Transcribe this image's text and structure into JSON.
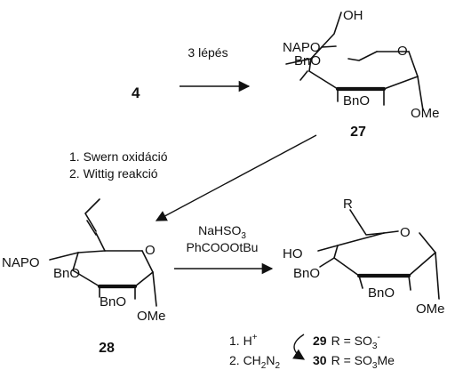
{
  "start_compound": "4",
  "step1": {
    "reagent": "3 lépés"
  },
  "compound27": {
    "number": "27",
    "groups": {
      "oh": "OH",
      "prot": "NAPO",
      "bno1": "BnO",
      "bno2": "BnO",
      "ome": "OMe",
      "o": "O"
    }
  },
  "step2": {
    "line1": "1. Swern oxidáció",
    "line2": "2. Wittig reakció"
  },
  "compound28": {
    "number": "28",
    "groups": {
      "prot": "NAPO",
      "bno1": "BnO",
      "bno2": "BnO",
      "ome": "OMe",
      "o": "O"
    }
  },
  "step3": {
    "reagent1_main": "NaHSO",
    "reagent1_sub": "3",
    "reagent2": "PhCOOOtBu"
  },
  "product": {
    "groups": {
      "r": "R",
      "ho": "HO",
      "bno1": "BnO",
      "bno2": "BnO",
      "ome": "OMe",
      "o": "O"
    }
  },
  "final_steps": {
    "line1_main": "1. H",
    "line1_sup": "+",
    "line2_main": "2. CH",
    "line2_sub1": "2",
    "line2_n": "N",
    "line2_sub2": "2"
  },
  "products": [
    {
      "number": "29",
      "r_label": "R = SO",
      "sub": "3",
      "sup": "-"
    },
    {
      "number": "30",
      "r_label": "R = SO",
      "sub": "3",
      "tail": "Me"
    }
  ],
  "colors": {
    "ink": "#111111",
    "background": "#ffffff"
  }
}
